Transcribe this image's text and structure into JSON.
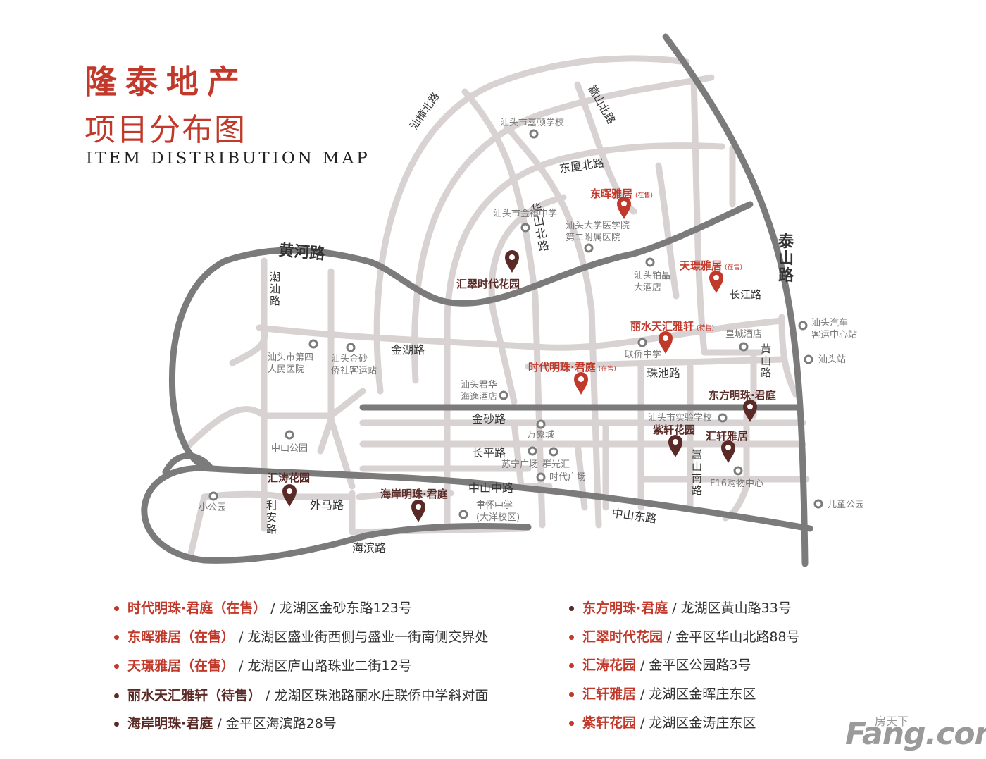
{
  "header": {
    "title_cn_1": "隆泰地产",
    "title_cn_2": "项目分布图",
    "title_en": "ITEM DISTRIBUTION MAP"
  },
  "colors": {
    "on_sale": "#c0392b",
    "other": "#5a2a27",
    "main_road": "#7b7b7b",
    "minor_road": "#d8d2d2",
    "poi": "#888888"
  },
  "road_labels": {
    "huanghe": "黄河路",
    "taishan": "泰\n山\n路",
    "shantou_zhang_bei": "汕樟北路",
    "songshan_bei": "嵩山北路",
    "dongxia_bei": "东厦北路",
    "huashan_bei": "华\n山\n北\n路",
    "chaoshan": "潮\n汕\n路",
    "jinhu": "金湖路",
    "changjiang": "长江路",
    "huangshan": "黄\n山\n路",
    "zhuchi": "珠池路",
    "jinsha": "金砂路",
    "changping": "长平路",
    "zhongshan_zhong": "中山中路",
    "zhongshan_dong": "中山东路",
    "songshan_nan": "嵩\n山\n南\n路",
    "waima": "外马路",
    "lian": "利\n安\n路",
    "haibin": "海滨路"
  },
  "pois": [
    {
      "id": "jiadun",
      "name": "汕头市嘉顿学校"
    },
    {
      "id": "jinzhu",
      "name": "汕头市金禧中学"
    },
    {
      "id": "daxue_yiyuan",
      "name": "汕头大学医学院\n第二附属医院"
    },
    {
      "id": "bojing",
      "name": "汕头铂晶\n大酒店"
    },
    {
      "id": "qiche_zhan",
      "name": "汕头汽车\n客运中心站"
    },
    {
      "id": "huangcheng",
      "name": "皇城酒店"
    },
    {
      "id": "shantou_zhan",
      "name": "汕头站"
    },
    {
      "id": "lianqiao",
      "name": "联侨中学"
    },
    {
      "id": "disi_yiyuan",
      "name": "汕头市第四\n人民医院"
    },
    {
      "id": "jinsha_keyun",
      "name": "汕头金砂\n侨社客运站"
    },
    {
      "id": "junhua",
      "name": "汕头君华\n海逸酒店"
    },
    {
      "id": "wanxiang",
      "name": "万象城"
    },
    {
      "id": "shiyan",
      "name": "汕头市实验学校"
    },
    {
      "id": "zhongshan_gongyuan",
      "name": "中山公园"
    },
    {
      "id": "suning",
      "name": "苏宁广场"
    },
    {
      "id": "qunguang",
      "name": "群光汇"
    },
    {
      "id": "shidai_guangchang",
      "name": "时代广场"
    },
    {
      "id": "f16",
      "name": "F16购物中心"
    },
    {
      "id": "xiaogongyuan",
      "name": "小公园"
    },
    {
      "id": "lvhuai",
      "name": "聿怀中学\n(大洋校区)"
    },
    {
      "id": "ertong",
      "name": "儿童公园"
    }
  ],
  "map_projects": [
    {
      "id": "donghui",
      "name": "东晖雅居",
      "status": "(在售)",
      "color": "#c0392b"
    },
    {
      "id": "tianjing",
      "name": "天璟雅居",
      "status": "(在售)",
      "color": "#c0392b"
    },
    {
      "id": "lishui",
      "name": "丽水天汇雅轩",
      "status": "(待售)",
      "color": "#c0392b"
    },
    {
      "id": "shidai",
      "name": "时代明珠·君庭",
      "status": "(在售)",
      "color": "#c0392b"
    },
    {
      "id": "huicui",
      "name": "汇翠时代花园",
      "status": "",
      "color": "#5a2a27"
    },
    {
      "id": "dongfang",
      "name": "东方明珠·君庭",
      "status": "",
      "color": "#5a2a27"
    },
    {
      "id": "zixuan",
      "name": "紫轩花园",
      "status": "",
      "color": "#5a2a27"
    },
    {
      "id": "huixuan",
      "name": "汇轩雅居",
      "status": "",
      "color": "#5a2a27"
    },
    {
      "id": "huitao",
      "name": "汇涛花园",
      "status": "",
      "color": "#5a2a27"
    },
    {
      "id": "haian",
      "name": "海岸明珠·君庭",
      "status": "",
      "color": "#5a2a27"
    }
  ],
  "legend_left": [
    {
      "name": "时代明珠·君庭（在售）",
      "sep": "/",
      "addr": "龙湖区金砂东路123号",
      "name_color": "#c0392b",
      "dot": "#c0392b"
    },
    {
      "name": "东晖雅居（在售）",
      "sep": "/",
      "addr": "龙湖区盛业街西侧与盛业一街南侧交界处",
      "name_color": "#c0392b",
      "dot": "#c0392b"
    },
    {
      "name": "天璟雅居（在售）",
      "sep": "/",
      "addr": "龙湖区庐山路珠业二街12号",
      "name_color": "#c0392b",
      "dot": "#c0392b"
    },
    {
      "name": "丽水天汇雅轩（待售）",
      "sep": "/",
      "addr": "龙湖区珠池路丽水庄联侨中学斜对面",
      "name_color": "#5a2a27",
      "dot": "#5a2a27"
    },
    {
      "name": "海岸明珠·君庭",
      "sep": "/",
      "addr": "金平区海滨路28号",
      "name_color": "#5a2a27",
      "dot": "#5a2a27"
    }
  ],
  "legend_right": [
    {
      "name": "东方明珠·君庭",
      "sep": "/",
      "addr": "龙湖区黄山路33号",
      "name_color": "#c0392b",
      "dot": "#5a2a27"
    },
    {
      "name": "汇翠时代花园",
      "sep": "/",
      "addr": "金平区华山北路88号",
      "name_color": "#c0392b",
      "dot": "#c0392b"
    },
    {
      "name": "汇涛花园",
      "sep": "/",
      "addr": "金平区公园路3号",
      "name_color": "#c0392b",
      "dot": "#c0392b"
    },
    {
      "name": "汇轩雅居",
      "sep": "/",
      "addr": "龙湖区金晖庄东区",
      "name_color": "#c0392b",
      "dot": "#c0392b"
    },
    {
      "name": "紫轩花园",
      "sep": "/",
      "addr": "龙湖区金涛庄东区",
      "name_color": "#c0392b",
      "dot": "#c0392b"
    }
  ],
  "watermark": {
    "big": "Fang.com",
    "small": "房天下"
  }
}
